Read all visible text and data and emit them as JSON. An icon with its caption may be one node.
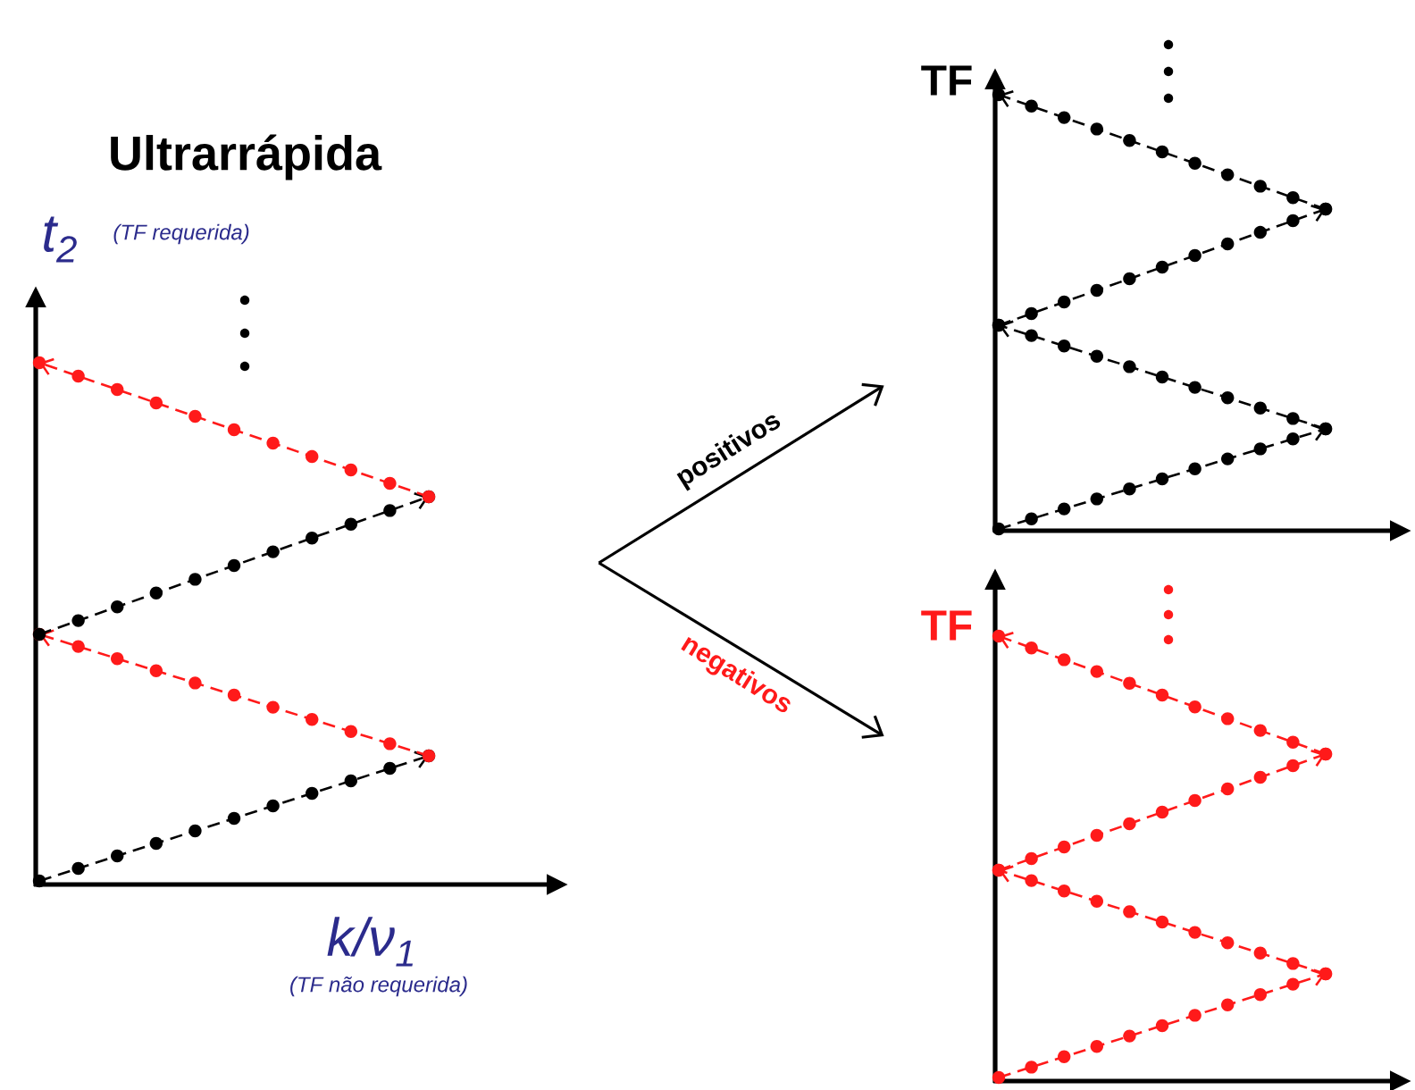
{
  "diagram": {
    "title": "Ultrarrápida",
    "nodes": [
      {
        "text": [
          "t$_{2}$",
          "(TF requerida)",
          "k/ν$_{1}$",
          "(TF não requerida)"
        ]
      },
      {
        "text": [
          "TF"
        ]
      },
      {
        "text": [
          "TF"
        ]
      }
    ],
    "edges": [
      {
        "from": 0,
        "to": 1,
        "arrow": "to",
        "label": "positivos"
      },
      {
        "from": 0,
        "to": 2,
        "arrow": "to",
        "label": "negativos"
      }
    ]
  }
}
